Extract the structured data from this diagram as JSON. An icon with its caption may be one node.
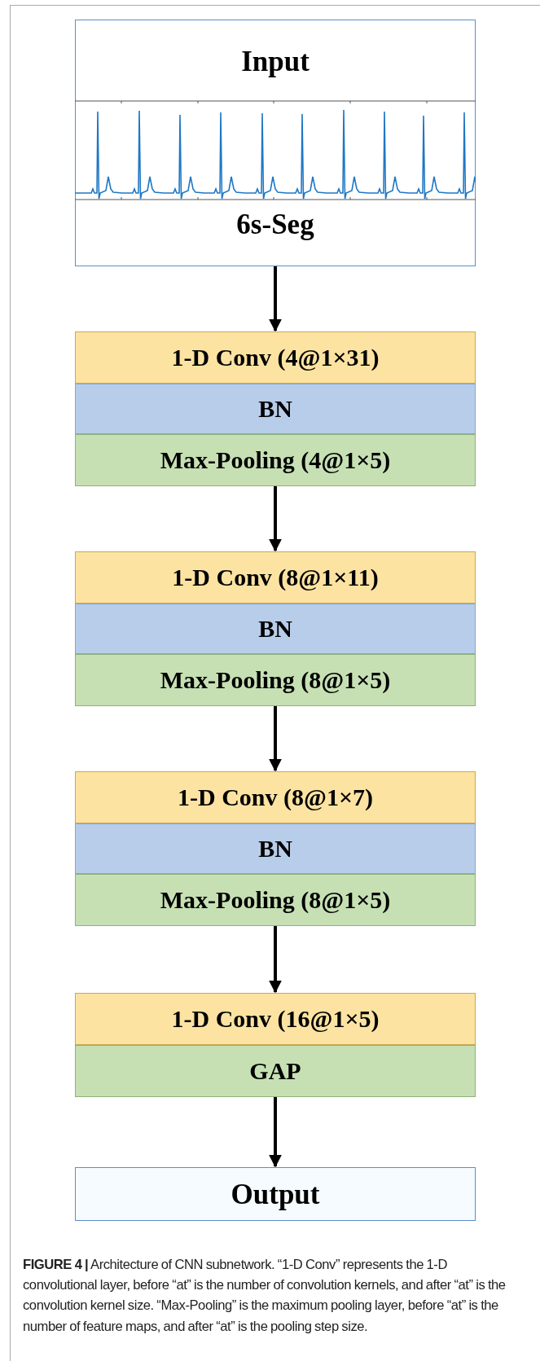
{
  "diagram": {
    "caption": "**FIGURE 4 |** Architecture of CNN subnetwork. “1-D Conv” represents the 1-D convolutional layer, before “at” is the number of convolution kernels, and after “at” is the convolution kernel size. “Max-Pooling” is the maximum pooling layer, before “at” is the number of feature maps, and after “at” is the pooling step size.",
    "nodes": [
      {
        "text": [
          "Input",
          "6s-Seg"
        ]
      },
      {
        "text": [
          "1-D Conv (4@1×31)"
        ]
      },
      {
        "text": [
          "BN"
        ]
      },
      {
        "text": [
          "Max-Pooling (4@1×5)"
        ]
      },
      {
        "text": [
          "1-D Conv (8@1×11)"
        ]
      },
      {
        "text": [
          "BN"
        ]
      },
      {
        "text": [
          "Max-Pooling (8@1×5)"
        ]
      },
      {
        "text": [
          "1-D Conv (8@1×7)"
        ]
      },
      {
        "text": [
          "BN"
        ]
      },
      {
        "text": [
          "Max-Pooling (8@1×5)"
        ]
      },
      {
        "text": [
          "1-D Conv (16@1×5)"
        ]
      },
      {
        "text": [
          "GAP"
        ]
      },
      {
        "text": [
          "Output"
        ]
      }
    ],
    "edges": [
      {
        "from": 0,
        "to": 1,
        "arrow": "to"
      },
      {
        "from": 3,
        "to": 4,
        "arrow": "to"
      },
      {
        "from": 6,
        "to": 7,
        "arrow": "to"
      },
      {
        "from": 9,
        "to": 10,
        "arrow": "to"
      },
      {
        "from": 11,
        "to": 12,
        "arrow": "to"
      }
    ]
  }
}
